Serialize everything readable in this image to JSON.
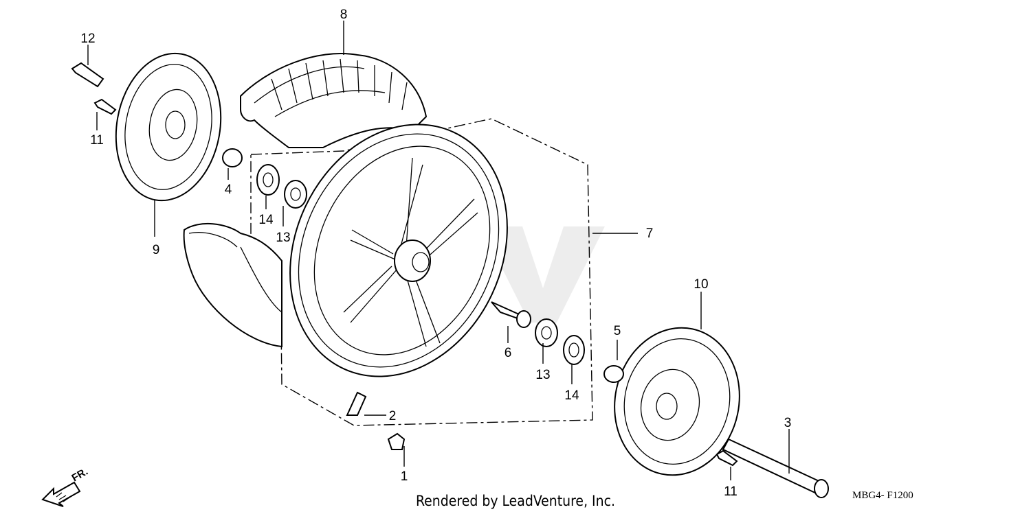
{
  "callouts": {
    "c1": "1",
    "c2": "2",
    "c3": "3",
    "c4": "4",
    "c5": "5",
    "c6": "6",
    "c7": "7",
    "c8": "8",
    "c9": "9",
    "c10": "10",
    "c11a": "11",
    "c11b": "11",
    "c12": "12",
    "c13a": "13",
    "c13b": "13",
    "c14a": "14",
    "c14b": "14"
  },
  "direction_label": "FR.",
  "footer_text": "Rendered by LeadVenture, Inc.",
  "diagram_code": "MBG4- F1200",
  "colors": {
    "line": "#000000",
    "background": "#ffffff",
    "watermark": "#d9d9d9"
  }
}
